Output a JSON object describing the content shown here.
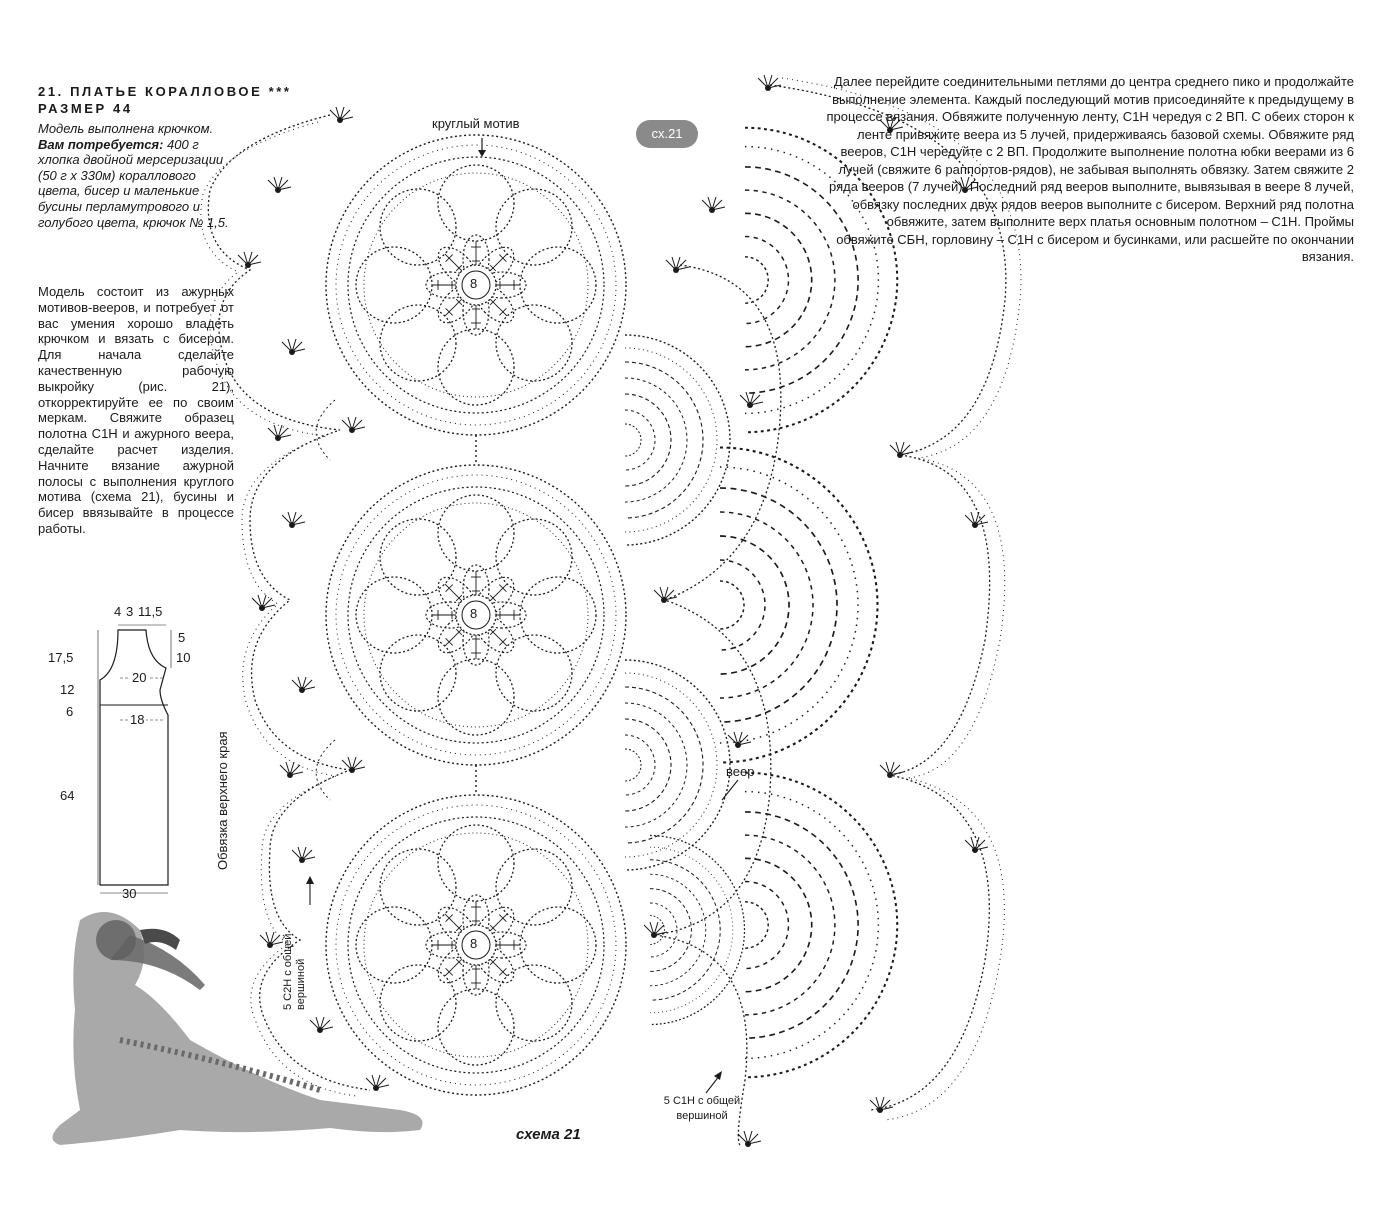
{
  "header": {
    "title_line1": "21. ПЛАТЬЕ КОРАЛЛОВОЕ ***",
    "title_line2": "РАЗМЕР 44"
  },
  "intro": {
    "line_model": "Модель выполнена крючком.",
    "needed_label": "Вам потребуется:",
    "needed_text": " 400 г хлопка двойной мерсеризации (50 г х 330м) кораллового цвета, бисер и маленькие бусины перламутрового и голубого цвета, крючок № 1,5."
  },
  "body_left": "Модель состоит из ажурных мотивов-вееров, и потребует от вас умения хорошо владеть крючком и вязать с бисером. Для начала сделайте качественную рабочую выкройку (рис. 21), откорректируйте ее по своим меркам. Свяжите образец полотна С1Н и ажурного веера, сделайте расчет изделия. Начните вязание ажурной полосы с выполнения круглого мотива (схема 21), бусины и бисер ввязывайте в процессе работы.",
  "body_right": "Далее перейдите соединительными петлями до центра среднего пико и продолжайте выполнение элемента. Каждый последующий мотив присоединяйте к предыдущему в процессе вязания. Обвяжите полученную ленту, С1Н чередуя с 2 ВП. С обеих сторон к ленте привяжите веера из 5 лучей, придерживаясь базовой схемы. Обвяжите ряд вееров, С1Н чередуйте с 2 ВП. Продолжите выполнение полотна юбки веерами из 6 лучей (свяжите 6 раппортов-рядов), не забывая выполнять обвязку. Затем свяжите 2 ряда вееров (7 лучей). Последний ряд вееров выполните, вывязывая в веере 8 лучей, обвязку последних двух рядов вееров выполните с бисером. Верхний ряд полотна обвяжите, затем выполните верх платья основным полотном – С1Н. Проймы обвяжите СБН, горловину – С1Н с бисером и бусинками, или расшейте по окончании вязания.",
  "diagram": {
    "badge": "сх.21",
    "label_round_motif": "круглый мотив",
    "label_fan": "веер",
    "label_edge": "Обвязка верхнего края",
    "label_c2h": "5 С2Н с общей вершиной",
    "label_c1h_line1": "5 С1Н с общей",
    "label_c1h_line2": "вершиной",
    "center_symbol": "8",
    "caption": "схема 21"
  },
  "pattern": {
    "top_a": "4",
    "top_b": "3",
    "top_c": "11,5",
    "right_a": "5",
    "right_b": "10",
    "left_a": "17,5",
    "left_b": "12",
    "left_c": "6",
    "left_d": "64",
    "width_chest": "20",
    "width_waist": "18",
    "width_bottom": "30"
  },
  "colors": {
    "ink": "#1a1a1a",
    "badge": "#8a8a8a",
    "paper": "#ffffff"
  }
}
